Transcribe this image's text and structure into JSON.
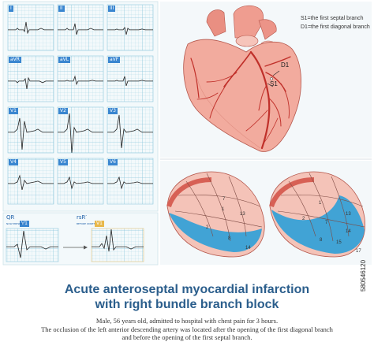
{
  "ecg": {
    "leads": [
      "I",
      "II",
      "III",
      "aVR",
      "aVL",
      "aVF",
      "V1",
      "V2",
      "V3",
      "V4",
      "V5",
      "V6"
    ],
    "qr_label": "QR",
    "rsr_label": "rsR′",
    "qr_lead": "V1",
    "rsr_lead": "V1",
    "qr_caption": "NOW PRESENT",
    "rsr_caption": "BEFORE ONSET"
  },
  "heart": {
    "legend_s1": "S1=the first septal branch",
    "legend_d1": "D1=the first diagonal branch",
    "label_d1": "D1",
    "label_s1": "S1"
  },
  "bullseye": {
    "left_segments": [
      "1",
      "2",
      "7",
      "8",
      "13",
      "14"
    ],
    "right_segments": [
      "1",
      "2",
      "7",
      "8",
      "13",
      "14",
      "15",
      "17"
    ]
  },
  "title_line1": "Acute anteroseptal myocardial infarction",
  "title_line2": "with right bundle branch block",
  "desc_line1": "Male, 56 years old, admitted to hospital with chest pain for 3 hours.",
  "desc_line2": "The occlusion of the left anterior descending artery was located after the opening of the first diagonal branch",
  "desc_line3": "and before the opening of the first septal branch.",
  "watermark_id": "580546120",
  "colors": {
    "ecg_panel_bg": "#e9f4f8",
    "ecg_grid": "#8fc9dc",
    "lead_tag": "#3a86d0",
    "title": "#2b5e8c",
    "infarct": "#2ea0d8",
    "heart": "#f0a89a",
    "artery": "#c0302a"
  }
}
